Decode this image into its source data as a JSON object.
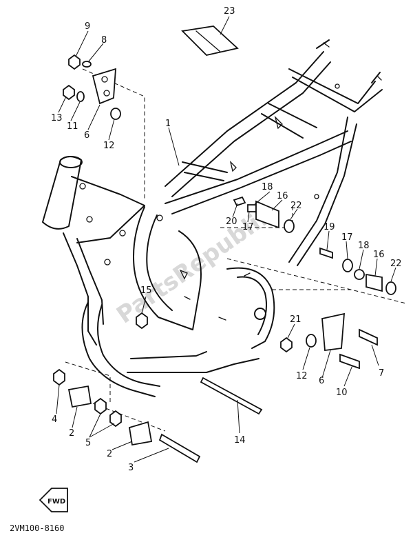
{
  "diagram_code": "2VM100-8160",
  "watermark": "PartsRepublik",
  "fwd_label": "FWD",
  "labels": {
    "frame": "1",
    "engine_bracket": "2",
    "bolt_bracket": "3",
    "nut_front": "4",
    "nut_bracket": "5",
    "upper_bracket": "6",
    "bolt_rear": "7",
    "washer_upper": "8",
    "nut_upper": "9",
    "bolt_side": "10",
    "washer_side": "11",
    "collar": "12",
    "nut_side": "13",
    "engine_bolt": "14",
    "nut_lower": "15",
    "bushing": "16",
    "collar_small": "17",
    "spacer": "18",
    "bolt_pivot": "19",
    "bolt_small": "20",
    "nut_rear": "21",
    "washer_rear": "22",
    "protector": "23"
  }
}
